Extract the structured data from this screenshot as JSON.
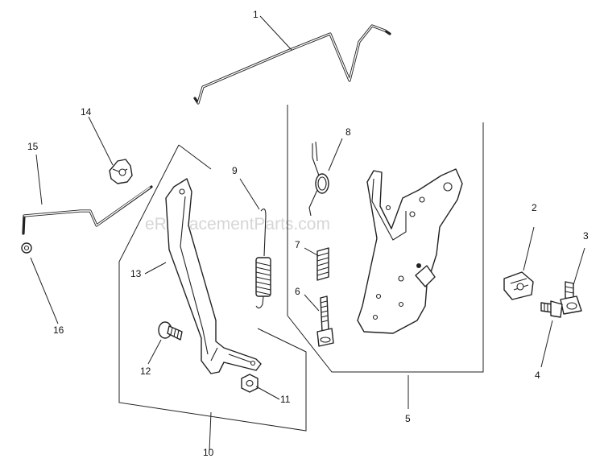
{
  "watermark": "eReplacementParts.com",
  "callouts": {
    "c1": "1",
    "c2": "2",
    "c3": "3",
    "c4": "4",
    "c5": "5",
    "c6": "6",
    "c7": "7",
    "c8": "8",
    "c9": "9",
    "c10": "10",
    "c11": "11",
    "c12": "12",
    "c13": "13",
    "c14": "14",
    "c15": "15",
    "c16": "16"
  }
}
